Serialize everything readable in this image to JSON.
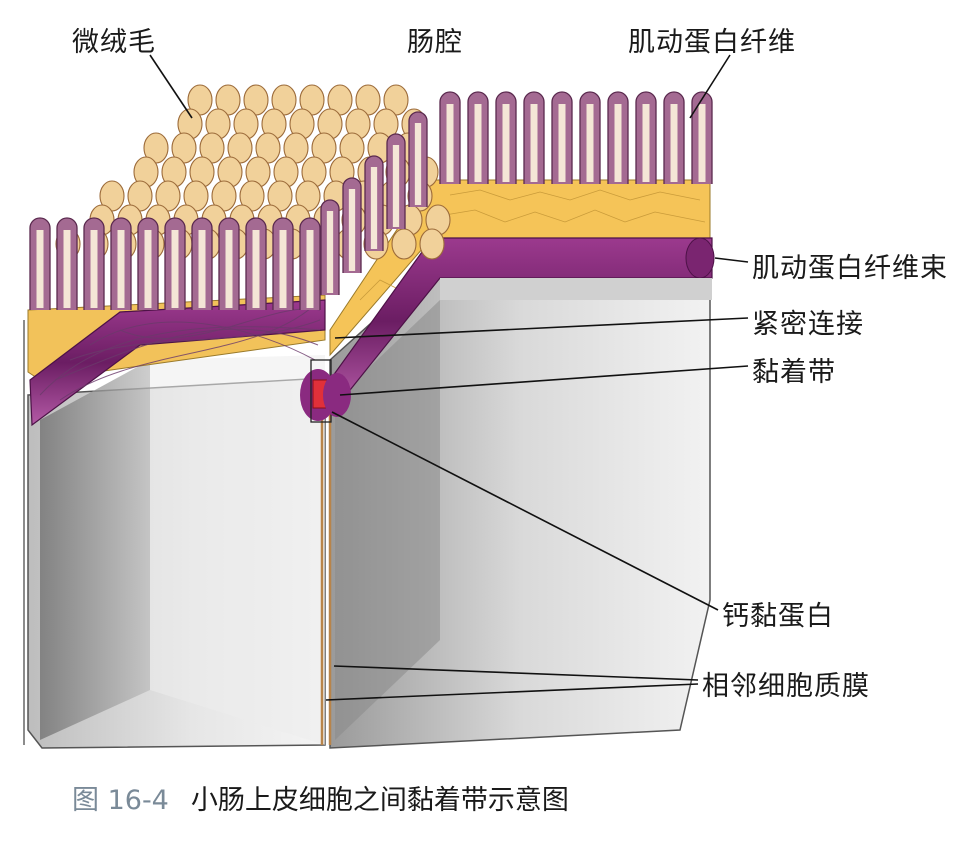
{
  "labels": {
    "microvilli": "微绒毛",
    "lumen": "肠腔",
    "actin_filament": "肌动蛋白纤维",
    "actin_bundle": "肌动蛋白纤维束",
    "tight_junction": "紧密连接",
    "adhesion_belt": "黏着带",
    "cadherin": "钙黏蛋白",
    "adjacent_membranes": "相邻细胞质膜"
  },
  "caption": {
    "figure_number": "图 16-4",
    "text": "小肠上皮细胞之间黏着带示意图"
  }
}
